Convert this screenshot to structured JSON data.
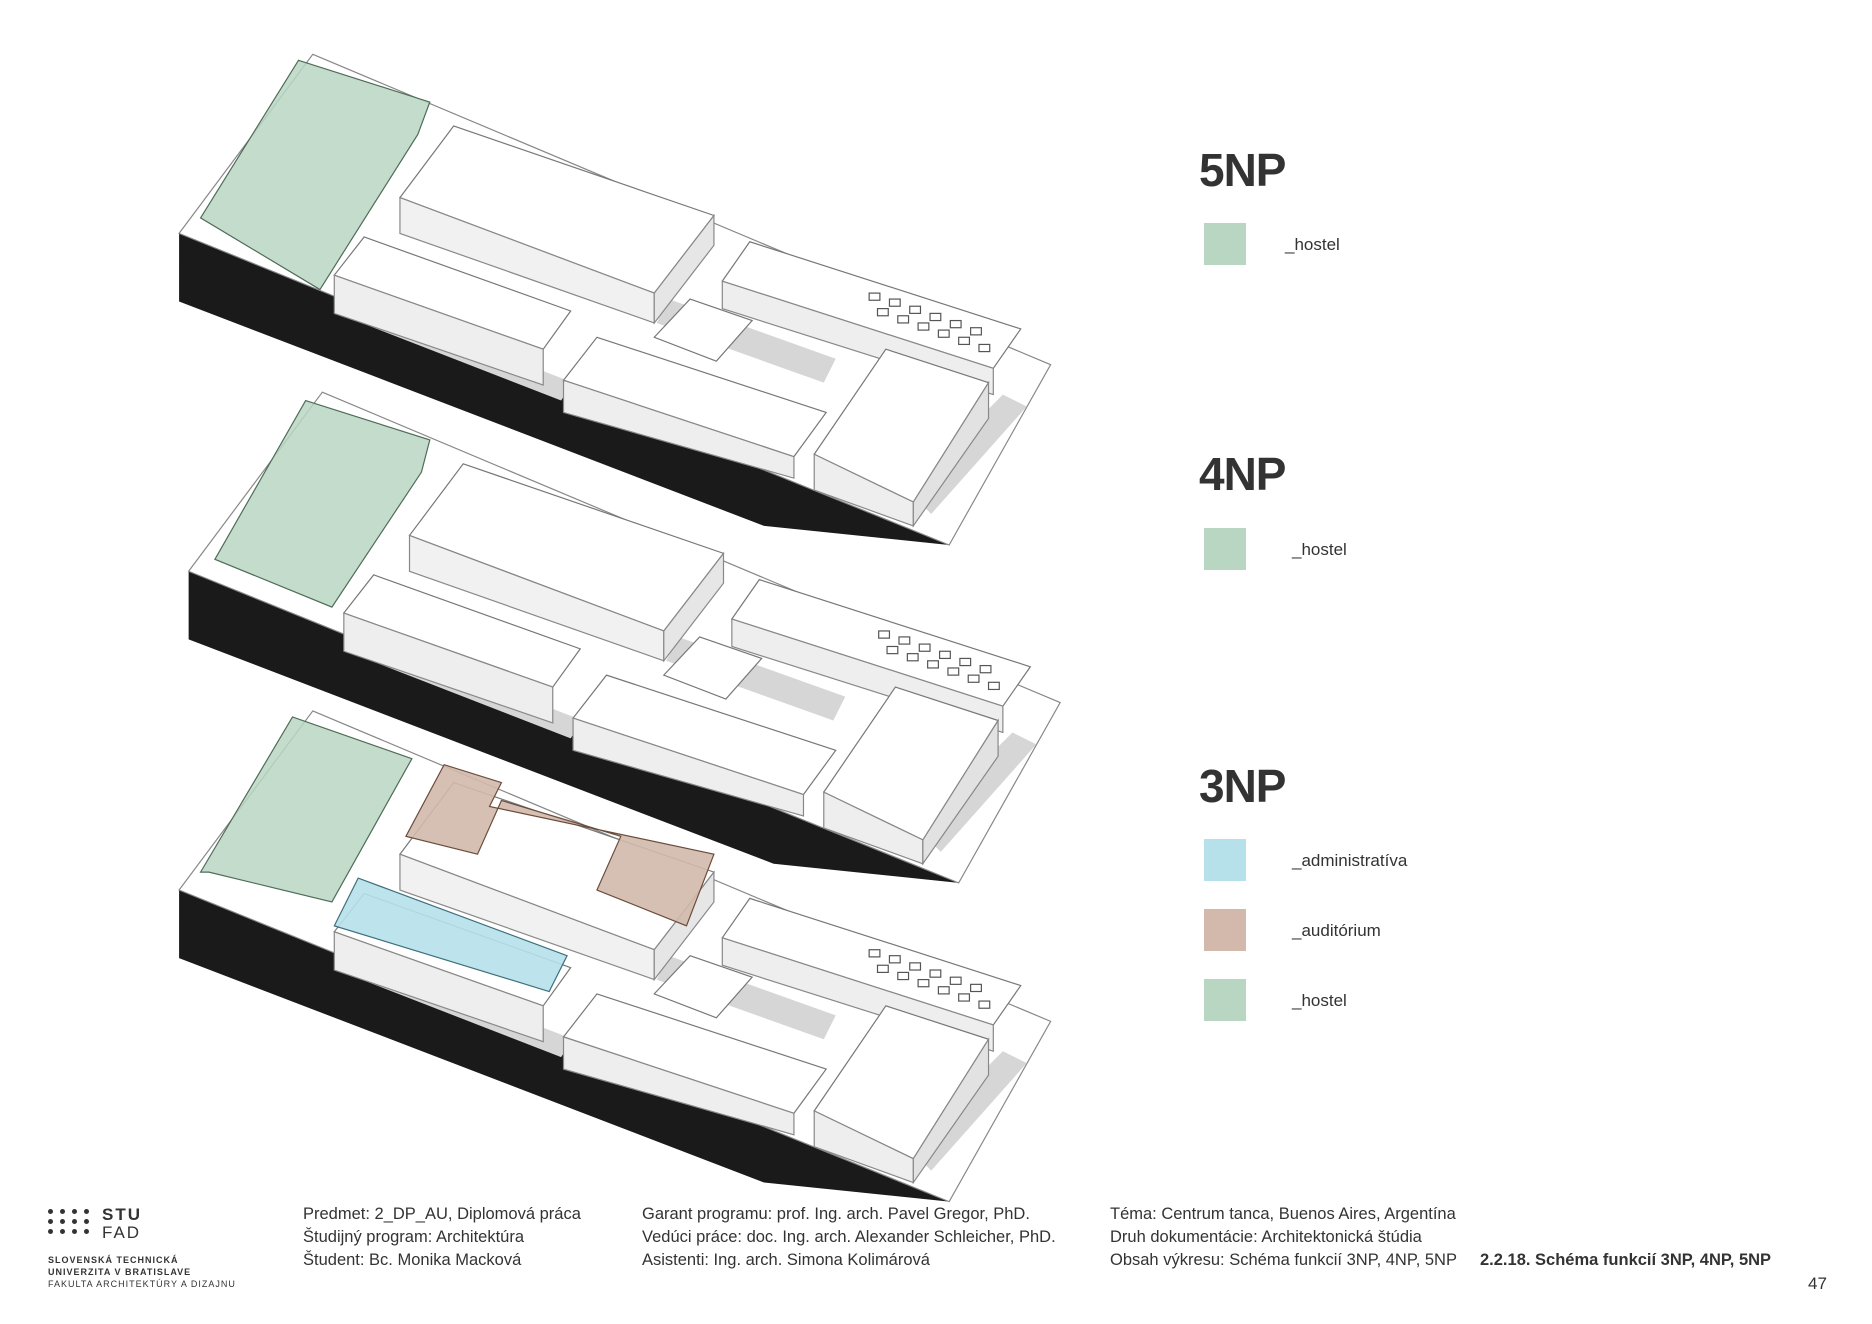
{
  "levels": [
    {
      "title": "5NP",
      "legend": [
        {
          "label": "_hostel",
          "color": "#b9d6c3"
        }
      ]
    },
    {
      "title": "4NP",
      "legend": [
        {
          "label": "_hostel",
          "color": "#b9d6c3"
        }
      ]
    },
    {
      "title": "3NP",
      "legend": [
        {
          "label": "_administratíva",
          "color": "#b6e0ea"
        },
        {
          "label": "_auditórium",
          "color": "#d2b9ab"
        },
        {
          "label": "_hostel",
          "color": "#b9d6c3"
        }
      ]
    }
  ],
  "logo": {
    "mark_top": "STU",
    "mark_bottom": "FAD",
    "line1": "SLOVENSKÁ TECHNICKÁ",
    "line2": "UNIVERZITA V BRATISLAVE",
    "line3": "FAKULTA ARCHITEKTÚRY A DIZAJNU"
  },
  "footer": {
    "col1": [
      "Predmet: 2_DP_AU, Diplomová práca",
      "Študijný program: Architektúra",
      "Študent: Bc. Monika Macková"
    ],
    "col2": [
      "Garant programu: prof. Ing. arch. Pavel Gregor, PhD.",
      "Vedúci práce: doc. Ing. arch. Alexander Schleicher, PhD.",
      "Asistenti: Ing. arch. Simona Kolimárová"
    ],
    "col3": [
      "Téma: Centrum tanca, Buenos Aires, Argentína",
      "Druh dokumentácie: Architektonická štúdia",
      "Obsah výkresu: Schéma funkcií 3NP, 4NP, 5NP"
    ],
    "sheet_title": "2.2.18. Schéma funkcií 3NP, 4NP, 5NP",
    "page_number": "47"
  }
}
